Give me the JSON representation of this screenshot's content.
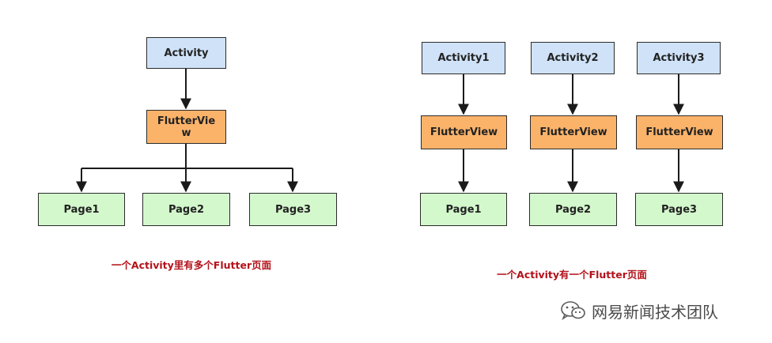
{
  "left_diagram": {
    "activity": "Activity",
    "flutter_view": "FlutterView",
    "pages": [
      "Page1",
      "Page2",
      "Page3"
    ],
    "caption": "一个Activity里有多个Flutter页面"
  },
  "right_diagram": {
    "activities": [
      "Activity1",
      "Activity2",
      "Activity3"
    ],
    "flutter_views": [
      "FlutterView",
      "FlutterView",
      "FlutterView"
    ],
    "pages": [
      "Page1",
      "Page2",
      "Page3"
    ],
    "caption": "一个Activity有一个Flutter页面"
  },
  "watermark": {
    "text": "网易新闻技术团队",
    "icon": "wechat-icon"
  },
  "colors": {
    "activity": "#cfe2f8",
    "flutter_view": "#fbb36a",
    "page": "#d3f8cc",
    "caption": "#b3121a"
  }
}
